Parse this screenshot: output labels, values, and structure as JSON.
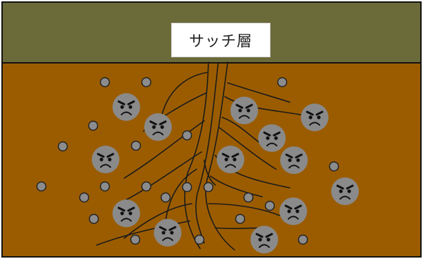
{
  "diagram": {
    "thatch_label": "サッチ層",
    "colors": {
      "thatch": "#6b6a39",
      "soil": "#9b5c00",
      "root": "#1a1a1a",
      "small_particle": "#8c8c8c",
      "angry_particle": "#8a8a8a"
    },
    "elements": {
      "small_particles": "soil-particle",
      "angry_particles": "angry-soil-particle"
    }
  }
}
